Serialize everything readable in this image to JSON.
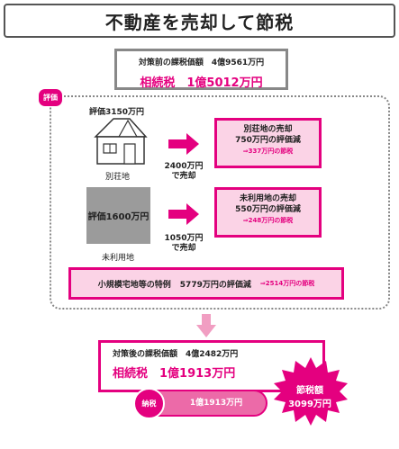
{
  "title": "不動産を売却して節税",
  "before": {
    "line1": "対策前の課税価額　4億9561万円",
    "line2": "相続税　1億5012万円"
  },
  "eval_badge": "評価",
  "villa": {
    "value_label": "評価3150万円",
    "name": "別荘地",
    "sale": [
      "2400万円",
      "で売却"
    ],
    "result": [
      "別荘地の売却",
      "750万円の評価減",
      "⇒337万円の節税"
    ]
  },
  "land": {
    "value_label": "評価1600万円",
    "name": "未利用地",
    "sale": [
      "1050万円",
      "で売却"
    ],
    "result": [
      "未利用地の売却",
      "550万円の評価減",
      "⇒248万円の節税"
    ]
  },
  "special": {
    "label": "小規模宅地等の特例",
    "amount": "5779万円の評価減",
    "saving": "⇒2514万円の節税"
  },
  "after": {
    "line1": "対策後の課税価額　4億2482万円",
    "line2": "相続税　1億1913万円"
  },
  "tax_bar": {
    "label": "納税",
    "value": "1億1913万円"
  },
  "savings_burst": {
    "line1": "節税額",
    "line2": "3099万円"
  },
  "colors": {
    "accent": "#e4007f",
    "pink_fill": "#fbd3e6",
    "gray": "#9b9b9b"
  }
}
